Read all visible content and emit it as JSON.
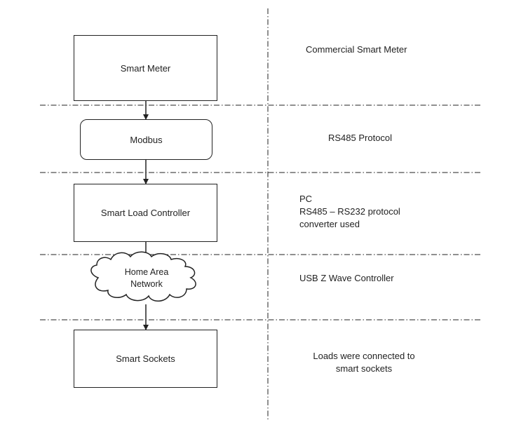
{
  "colors": {
    "stroke": "#222222",
    "background": "#ffffff",
    "text": "#222222"
  },
  "diagram": {
    "smart_meter": "Smart Meter",
    "modbus": "Modbus",
    "smart_load_controller": "Smart Load Controller",
    "home_area_network": "Home Area\nNetwork",
    "smart_sockets": "Smart Sockets"
  },
  "descriptions": {
    "meter": "Commercial Smart Meter",
    "protocol": "RS485 Protocol",
    "controller": [
      "PC",
      "RS485 – RS232 protocol",
      "converter used"
    ],
    "network": "USB Z Wave Controller",
    "sockets": [
      "Loads were connected to",
      "smart sockets"
    ]
  }
}
